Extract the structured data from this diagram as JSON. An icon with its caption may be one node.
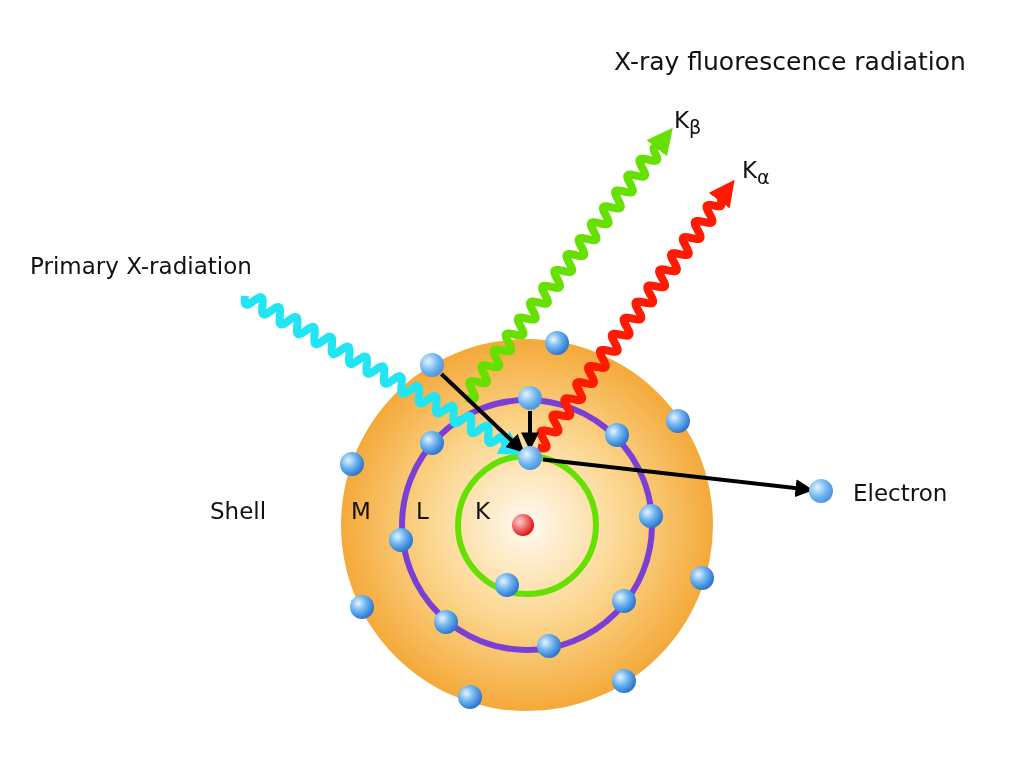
{
  "diagram": {
    "nodes": [
      {
        "text": [
          "Primary X-radiation"
        ]
      },
      {
        "text": [],
        "shape": "circle"
      },
      {
        "text": [],
        "shape": "circle"
      },
      {
        "text": [],
        "shape": "circle"
      },
      {
        "text": [],
        "shape": "circle",
        "beside": [
          "Electron"
        ]
      },
      {
        "text": [
          "K$_{β}$"
        ]
      },
      {
        "text": [
          "K$_{α}$"
        ]
      }
    ],
    "edges": [
      {
        "from": 0,
        "to": 1,
        "arrow": "to",
        "style": "thick",
        "color": "#22e4f2"
      },
      {
        "from": null,
        "to": 5,
        "arrow": "to",
        "style": "thick",
        "color": "#66e000"
      },
      {
        "from": 1,
        "to": 6,
        "arrow": "to",
        "style": "thick",
        "color": "#ff1a00"
      },
      {
        "from": 2,
        "to": 1,
        "arrow": "to"
      },
      {
        "from": 3,
        "to": 1,
        "arrow": "to"
      },
      {
        "from": 1,
        "to": 4,
        "arrow": "to"
      }
    ],
    "labels": [
      "X-ray fluorescence radiation",
      "Shell",
      "M",
      "L",
      "K"
    ]
  }
}
